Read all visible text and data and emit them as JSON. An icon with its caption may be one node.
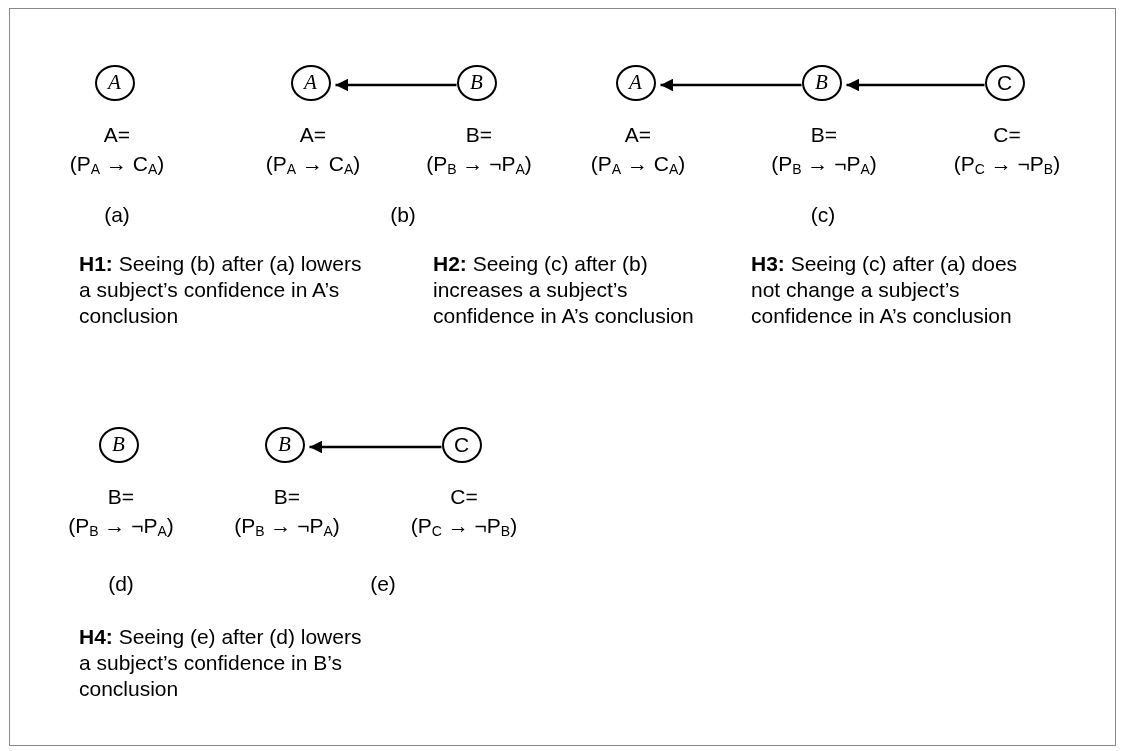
{
  "diagram": {
    "nodes": [
      {
        "text": [
          "A"
        ],
        "beside": [
          "A=",
          "(P$_{A}$ → C$_{A}$)"
        ]
      },
      {
        "text": [
          "A"
        ],
        "beside": [
          "A=",
          "(P$_{A}$ → C$_{A}$)"
        ]
      },
      {
        "text": [
          "B"
        ],
        "beside": [
          "B=",
          "(P$_{B}$ → ¬P$_{A}$)"
        ]
      },
      {
        "text": [
          "A"
        ],
        "beside": [
          "A=",
          "(P$_{A}$ → C$_{A}$)"
        ]
      },
      {
        "text": [
          "B"
        ],
        "beside": [
          "B=",
          "(P$_{B}$ → ¬P$_{A}$)"
        ]
      },
      {
        "text": [
          "C"
        ],
        "beside": [
          "C=",
          "(P$_{C}$ → ¬P$_{B}$)"
        ]
      },
      {
        "text": [
          "B"
        ],
        "beside": [
          "B=",
          "(P$_{B}$ → ¬P$_{A}$)"
        ]
      },
      {
        "text": [
          "B"
        ],
        "beside": [
          "B=",
          "(P$_{B}$ → ¬P$_{A}$)"
        ]
      },
      {
        "text": [
          "C"
        ],
        "beside": [
          "C=",
          "(P$_{C}$ → ¬P$_{B}$)"
        ]
      }
    ],
    "edges": [
      {
        "from": 2,
        "to": 1,
        "arrow": "to"
      },
      {
        "from": 4,
        "to": 3,
        "arrow": "to"
      },
      {
        "from": 5,
        "to": 4,
        "arrow": "to"
      },
      {
        "from": 8,
        "to": 7,
        "arrow": "to"
      }
    ],
    "labels": [
      "(a)",
      "(b)",
      "(c)",
      "**H1:** Seeing (b) after (a) lowers a subject’s confidence in A’s conclusion",
      "**H2:** Seeing (c) after (b) increases a subject’s confidence in A’s conclusion",
      "**H3:** Seeing (c) after (a) does not change a subject’s confidence in A’s conclusion",
      "(d)",
      "(e)",
      "**H4:** Seeing (e) after (d) lowers a subject’s confidence in B’s conclusion"
    ]
  }
}
